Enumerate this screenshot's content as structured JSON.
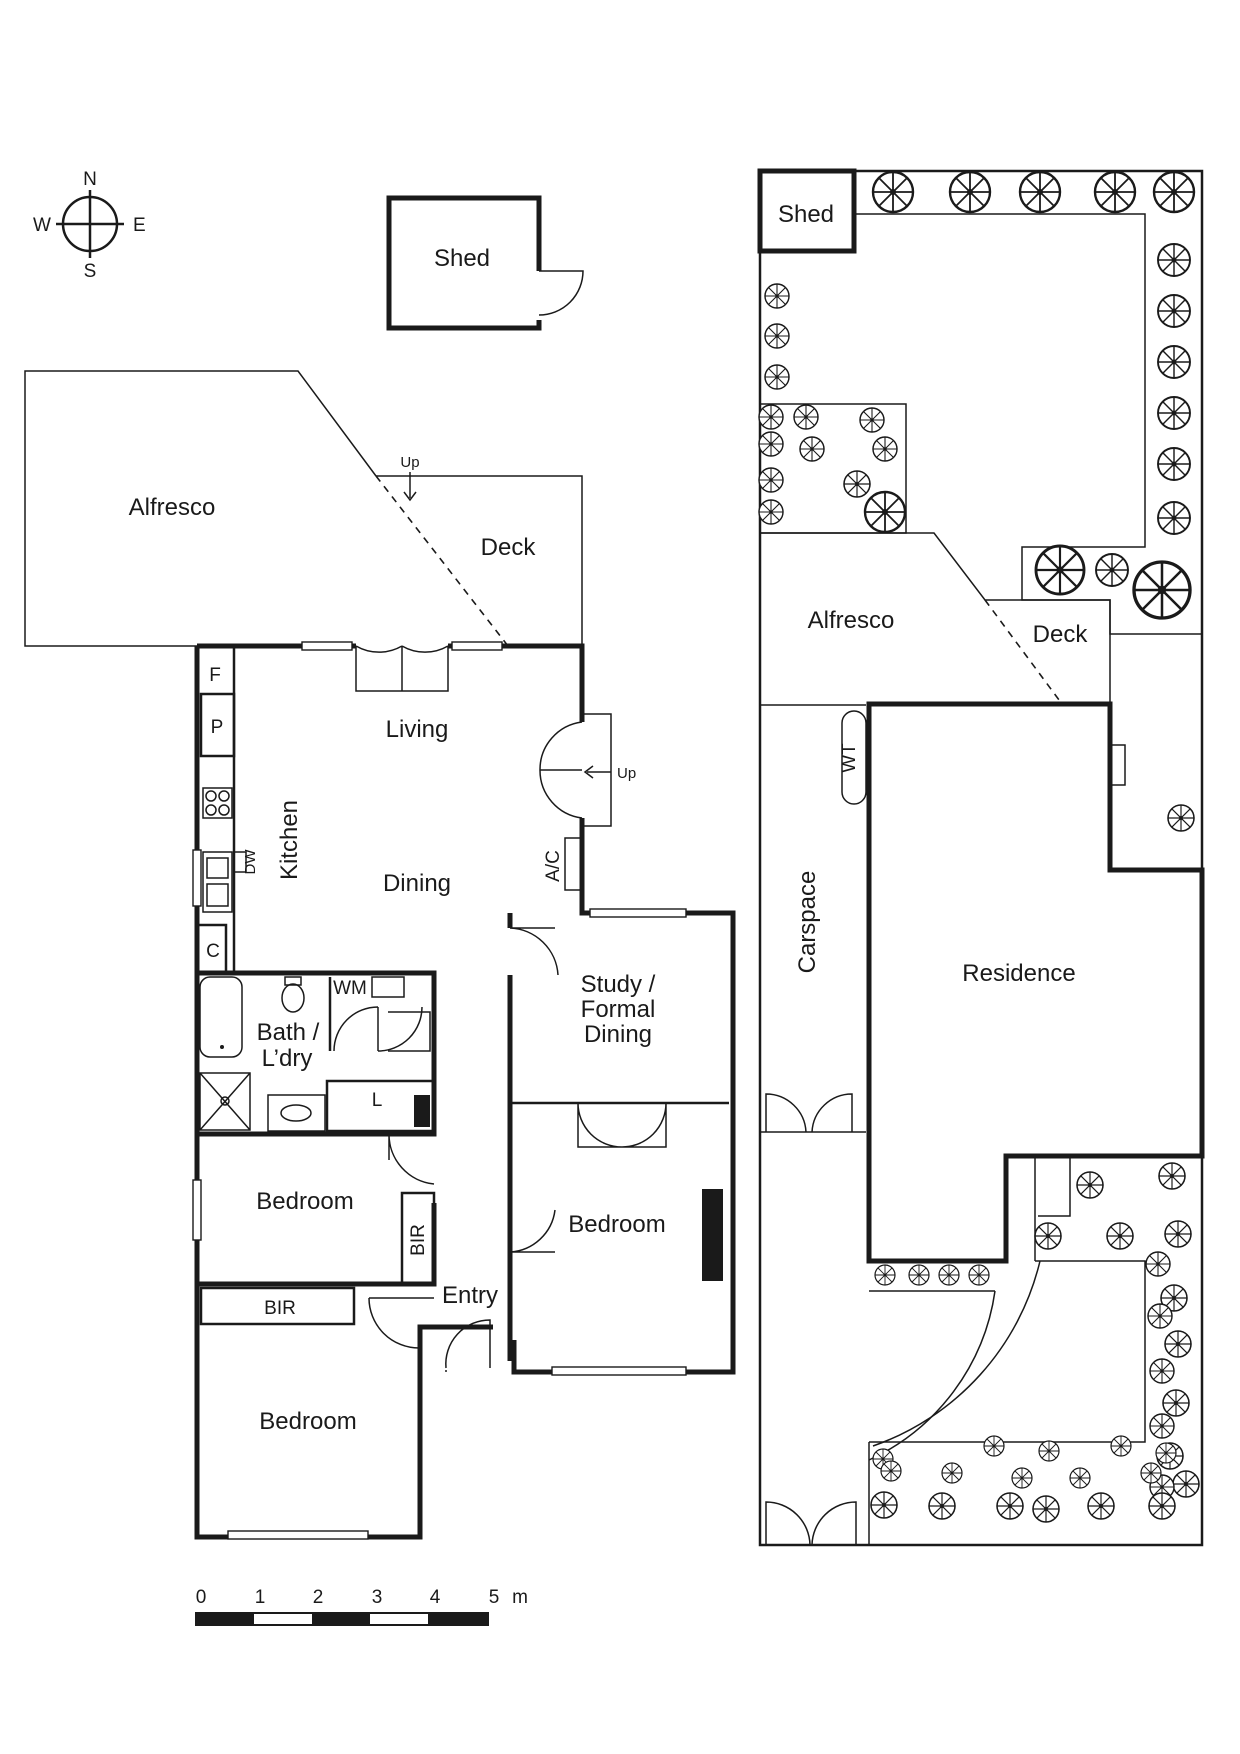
{
  "compass": {
    "n": "N",
    "s": "S",
    "e": "E",
    "w": "W"
  },
  "floor_plan": {
    "shed": "Shed",
    "alfresco": "Alfresco",
    "deck": "Deck",
    "up_deck": "Up",
    "up_side": "Up",
    "living": "Living",
    "dining": "Dining",
    "kitchen": "Kitchen",
    "fridge": "F",
    "pantry": "P",
    "dishwasher": "DW",
    "cupboard": "C",
    "aircon": "A/C",
    "washing_machine": "WM",
    "bath_line1": "Bath /",
    "bath_line2": "L’dry",
    "linen": "L",
    "bedroom_1": "Bedroom",
    "bedroom_2": "Bedroom",
    "bedroom_3": "Bedroom",
    "bir_1": "BIR",
    "bir_2": "BIR",
    "entry": "Entry",
    "study_line1": "Study /",
    "study_line2": "Formal",
    "study_line3": "Dining"
  },
  "site_plan": {
    "shed": "Shed",
    "alfresco": "Alfresco",
    "deck": "Deck",
    "water_tank": "WT",
    "carspace": "Carspace",
    "residence": "Residence"
  },
  "scale_bar": {
    "labels": [
      "0",
      "1",
      "2",
      "3",
      "4",
      "5"
    ],
    "unit": "m"
  }
}
